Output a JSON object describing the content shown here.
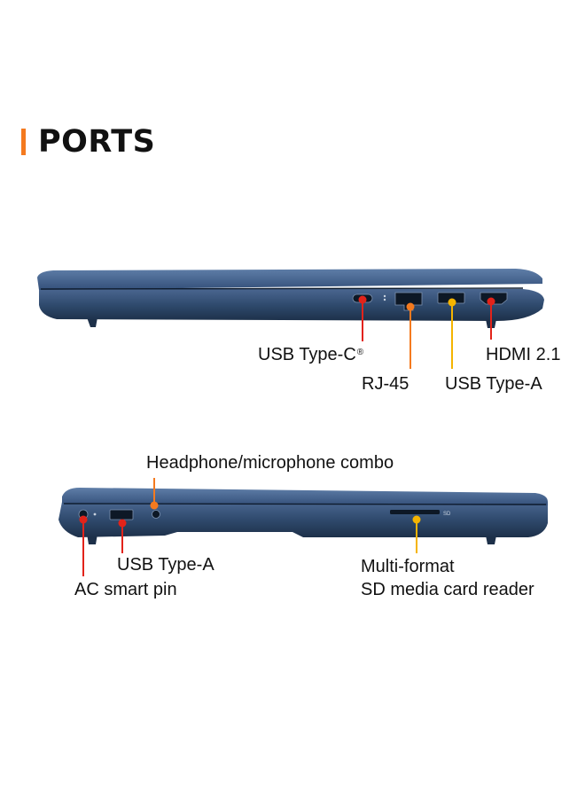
{
  "title": "PORTS",
  "colors": {
    "accent_orange": "#f47a1f",
    "accent_red": "#e2231a",
    "accent_yellow": "#f5b400",
    "laptop_body": "#2f4a6d",
    "laptop_dark": "#1d3049"
  },
  "right_side": {
    "usb_c_label": "USB Type-C",
    "usb_c_mark": "®",
    "rj45_label": "RJ-45",
    "usb_a_label": "USB Type-A",
    "hdmi_label": "HDMI 2.1"
  },
  "left_side": {
    "headphone_label": "Headphone/microphone combo",
    "usb_a_label": "USB Type-A",
    "ac_pin_label": "AC smart pin",
    "sd_label_line1": "Multi-format",
    "sd_label_line2": "SD media card reader",
    "sd_slot_text": "SD"
  }
}
